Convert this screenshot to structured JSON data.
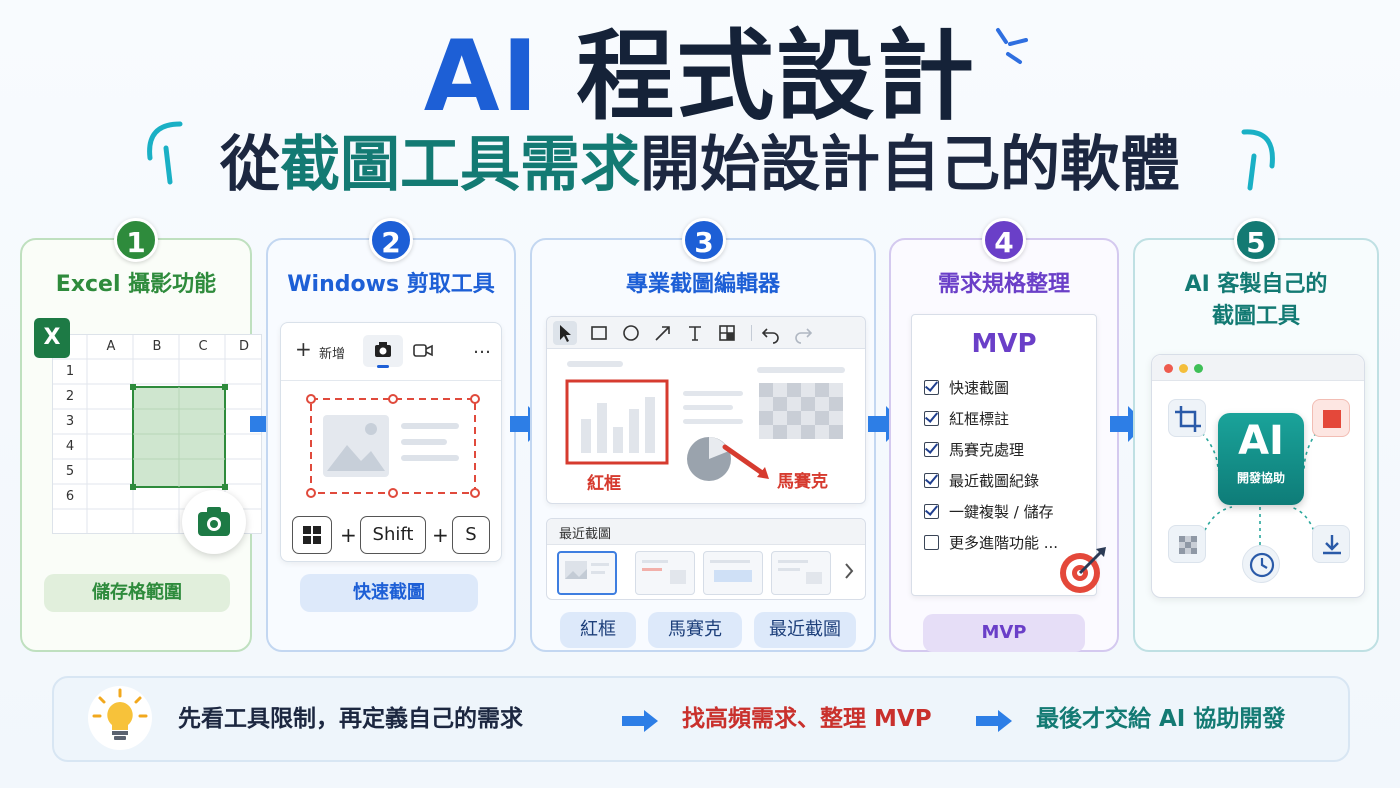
{
  "title": {
    "ai": "AI",
    "rest": "程式設計",
    "sub_pre": "從",
    "sub_hl": "截圖工具需求",
    "sub_post": "開始設計自己的軟體"
  },
  "colors": {
    "blue": "#1d5fd6",
    "teal": "#137a73",
    "green": "#2e8b3c",
    "purple": "#6a3fc8",
    "red": "#d63b2f"
  },
  "steps": [
    {
      "num": "1",
      "title": "Excel 攝影功能",
      "columns": [
        "A",
        "B",
        "C",
        "D"
      ],
      "rows": [
        "1",
        "2",
        "3",
        "4",
        "5",
        "6"
      ],
      "logo": "X",
      "icon": "camera-icon",
      "button": "儲存格範圍"
    },
    {
      "num": "2",
      "title": "Windows 剪取工具",
      "new_label": "新增",
      "shortcut": {
        "key2": "Shift",
        "plus": "+",
        "key3": "S"
      },
      "menu": "…",
      "button": "快速截圖"
    },
    {
      "num": "3",
      "title": "專業截圖編輯器",
      "label_box": "紅框",
      "label_mosaic": "馬賽克",
      "recent_title": "最近截圖",
      "buttons": [
        "紅框",
        "馬賽克",
        "最近截圖"
      ]
    },
    {
      "num": "4",
      "title": "需求規格整理",
      "doc_title": "MVP",
      "checklist": [
        {
          "text": "快速截圖",
          "checked": true
        },
        {
          "text": "紅框標註",
          "checked": true
        },
        {
          "text": "馬賽克處理",
          "checked": true
        },
        {
          "text": "最近截圖紀錄",
          "checked": true
        },
        {
          "text": "一鍵複製 / 儲存",
          "checked": true
        },
        {
          "text": "更多進階功能 ...",
          "checked": false
        }
      ],
      "button": "MVP"
    },
    {
      "num": "5",
      "title_line1": "AI 客製自己的",
      "title_line2": "截圖工具",
      "core_big": "AI",
      "core_small": "開發協助"
    }
  ],
  "banner": {
    "text1": "先看工具限制，再定義自己的需求",
    "text2": "找高頻需求、整理 MVP",
    "text3": "最後才交給 AI 協助開發"
  }
}
